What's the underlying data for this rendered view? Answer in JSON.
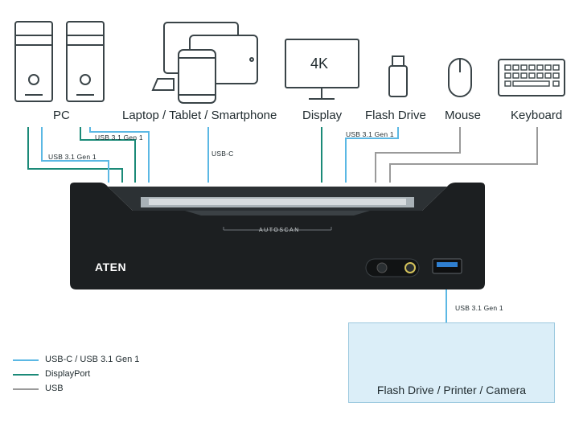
{
  "devices": {
    "pc": "PC",
    "laptop": "Laptop / Tablet / Smartphone",
    "display": "Display",
    "display_screen_text": "4K",
    "flash_drive": "Flash Drive",
    "mouse": "Mouse",
    "keyboard": "Keyboard"
  },
  "connections": {
    "pc_left_usb": "USB 3.1 Gen 1",
    "pc_right_usb": "USB 3.1 Gen 1",
    "laptop_usbc": "USB-C",
    "flash_usb": "USB 3.1 Gen 1",
    "front_usb": "USB 3.1 Gen 1"
  },
  "switch": {
    "brand": "ATEN",
    "autoscan": "AUTOSCAN"
  },
  "front_panel": {
    "label": "Flash Drive / Printer / Camera"
  },
  "legend": [
    {
      "label": "USB-C / USB 3.1 Gen 1",
      "color": "#5bb8e4"
    },
    {
      "label": "DisplayPort",
      "color": "#1b8a78"
    },
    {
      "label": "USB",
      "color": "#9a9a9a"
    }
  ]
}
